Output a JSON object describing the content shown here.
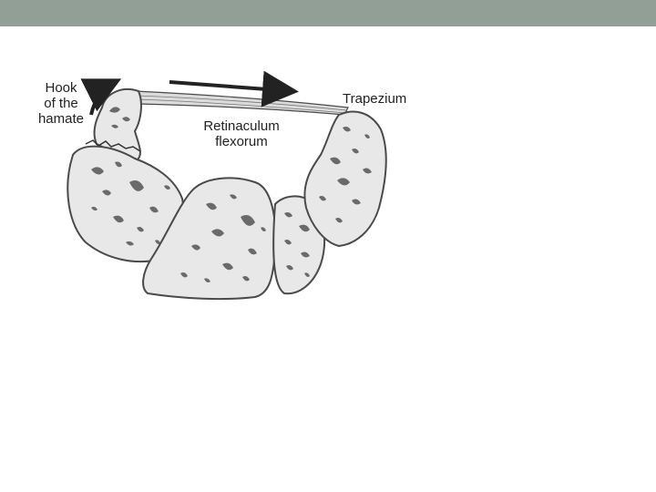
{
  "colors": {
    "header_bar": "#919f97",
    "bone_fill": "#e8e8e8",
    "bone_stroke": "#4a4a4a",
    "trabecula": "#6a6a6a",
    "arrow": "#222222"
  },
  "diagram": {
    "labels": {
      "hook_line1": "Hook",
      "hook_line2": "of the",
      "hook_line3": "hamate",
      "retinaculum_line1": "Retinaculum",
      "retinaculum_line2": "flexorum",
      "trapezium": "Trapezium"
    }
  }
}
